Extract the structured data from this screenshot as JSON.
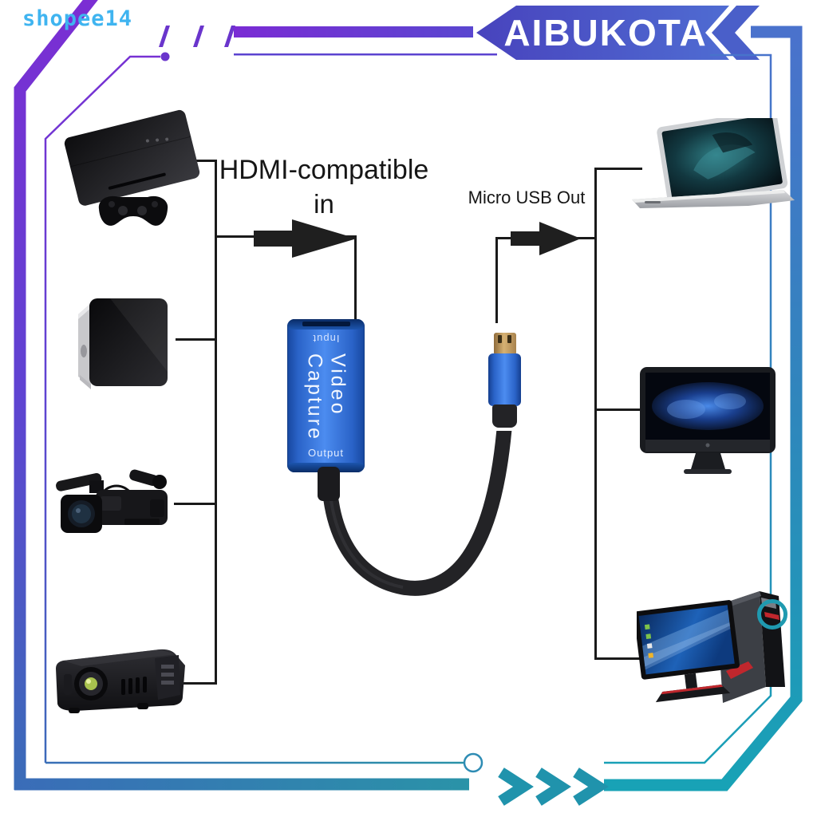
{
  "watermark": "shopee14",
  "banner": {
    "brand": "AIBUKOTA"
  },
  "diagram": {
    "input_label": {
      "line1": "HDMI-compatible",
      "line2": "in"
    },
    "output_label": "Micro USB Out",
    "capture_device": {
      "name": "Video Capture",
      "top_port": "Input",
      "bottom_port": "Output"
    },
    "source_devices": [
      {
        "icon": "game-console"
      },
      {
        "icon": "media-player-box"
      },
      {
        "icon": "video-camera"
      },
      {
        "icon": "projector"
      }
    ],
    "target_devices": [
      {
        "icon": "laptop"
      },
      {
        "icon": "desktop-monitor"
      },
      {
        "icon": "gaming-pc"
      }
    ]
  },
  "footer": {
    "chevrons": ">>>"
  },
  "colors": {
    "accent_purple": "#7a2fd2",
    "banner_blue": "#4a57c7",
    "frame_blue": "#3f72c0",
    "frame_teal": "#1f9ab0",
    "watermark_blue": "#3fb4f0",
    "device_blue": "#2e6fd6",
    "line_black": "#1a1a1a"
  }
}
